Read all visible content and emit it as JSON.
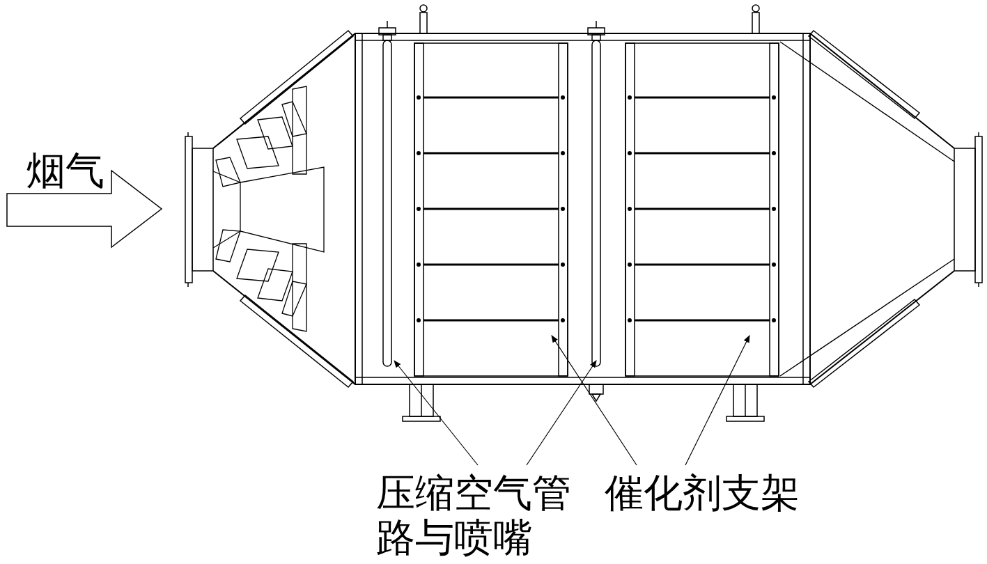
{
  "diagram": {
    "labels": [
      "烟气",
      "压缩空气管 路与喷嘴",
      "催化剂支架"
    ]
  }
}
